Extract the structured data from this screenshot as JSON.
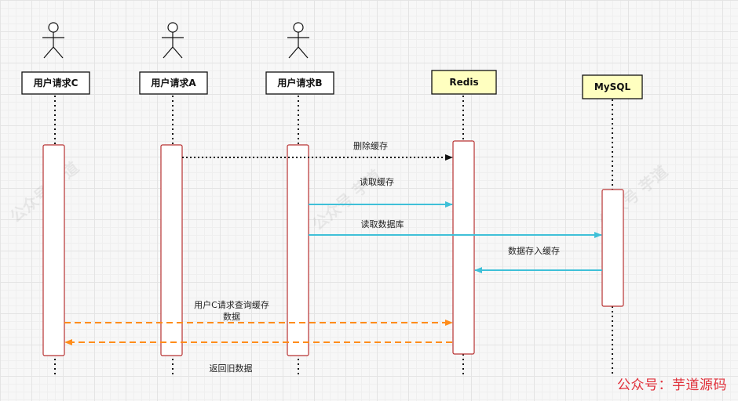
{
  "participants": [
    {
      "id": "userC",
      "label": "用户请求C"
    },
    {
      "id": "userA",
      "label": "用户请求A"
    },
    {
      "id": "userB",
      "label": "用户请求B"
    },
    {
      "id": "redis",
      "label": "Redis"
    },
    {
      "id": "mysql",
      "label": "MySQL"
    }
  ],
  "messages": {
    "delete_cache": "删除缓存",
    "read_cache": "读取缓存",
    "read_db": "读取数据库",
    "store_cache": "数据存入缓存",
    "userC_query_line1": "用户C请求查询缓存",
    "userC_query_line2": "数据",
    "return_old": "返回旧数据"
  },
  "watermark": "公众号：芋道源码",
  "colors": {
    "box_border": "#111111",
    "store_fill": "#ffffc0",
    "activation_border": "#b83232",
    "dotted_arrow": "#111111",
    "cyan_arrow": "#3fc0d8",
    "orange_arrow": "#ff8c1a",
    "watermark": "#e0303a"
  }
}
